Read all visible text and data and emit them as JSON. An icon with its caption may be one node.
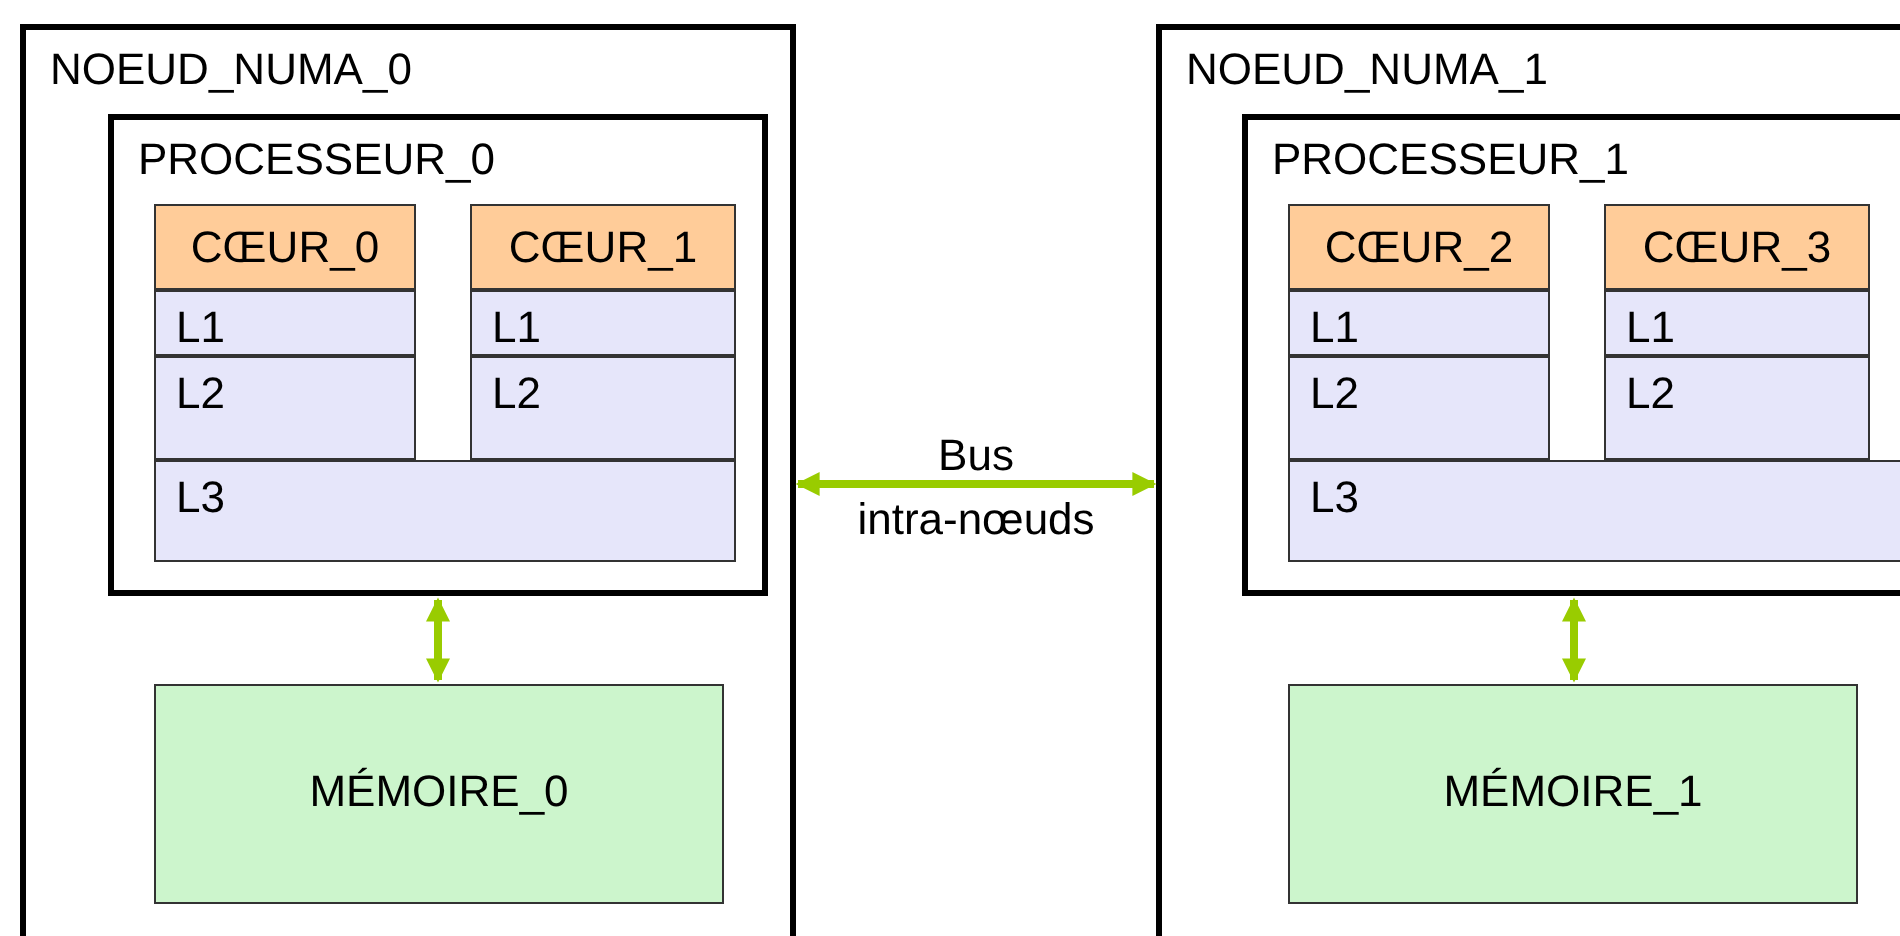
{
  "diagram": {
    "nodes": [
      {
        "text": [
          "NOEUD_NUMA_0"
        ]
      },
      {
        "text": [
          "PROCESSEUR_0"
        ],
        "in": 0
      },
      {
        "text": [
          "CŒUR_0"
        ],
        "in": 1
      },
      {
        "text": [
          "L1"
        ],
        "in": 1
      },
      {
        "text": [
          "L2"
        ],
        "in": 1
      },
      {
        "text": [
          "CŒUR_1"
        ],
        "in": 1
      },
      {
        "text": [
          "L1"
        ],
        "in": 1
      },
      {
        "text": [
          "L2"
        ],
        "in": 1
      },
      {
        "text": [
          "L3"
        ],
        "in": 1
      },
      {
        "text": [
          "MÉMOIRE_0"
        ],
        "in": 0
      },
      {
        "text": [
          "NOEUD_NUMA_1"
        ]
      },
      {
        "text": [
          "PROCESSEUR_1"
        ],
        "in": 10
      },
      {
        "text": [
          "CŒUR_2"
        ],
        "in": 11
      },
      {
        "text": [
          "L1"
        ],
        "in": 11
      },
      {
        "text": [
          "L2"
        ],
        "in": 11
      },
      {
        "text": [
          "CŒUR_3"
        ],
        "in": 11
      },
      {
        "text": [
          "L1"
        ],
        "in": 11
      },
      {
        "text": [
          "L2"
        ],
        "in": 11
      },
      {
        "text": [
          "L3"
        ],
        "in": 11
      },
      {
        "text": [
          "MÉMOIRE_1"
        ],
        "in": 10
      }
    ],
    "edges": [
      {
        "from": 0,
        "to": 10,
        "arrow": "both",
        "label": "Bus intra-nœuds"
      },
      {
        "from": 1,
        "to": 9,
        "arrow": "both"
      },
      {
        "from": 11,
        "to": 19,
        "arrow": "both"
      }
    ]
  }
}
